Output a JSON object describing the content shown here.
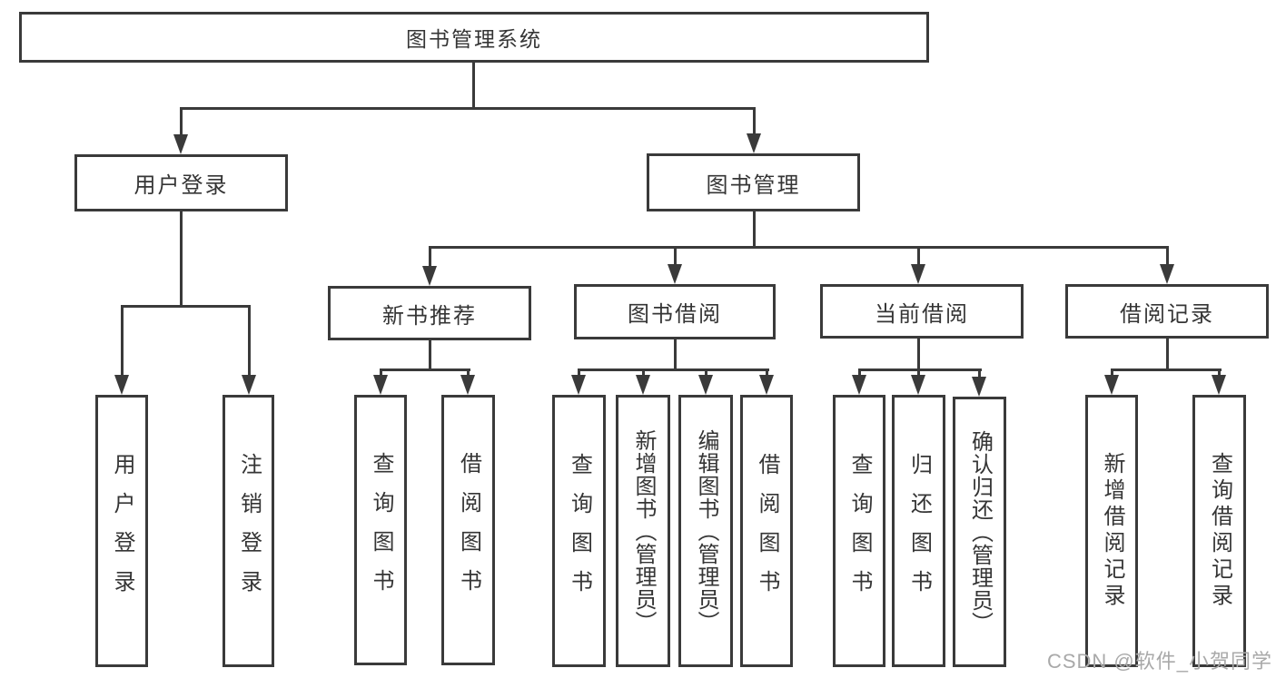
{
  "diagram": {
    "title": "图书管理系统",
    "branches": [
      {
        "label": "用户登录"
      },
      {
        "label": "图书管理"
      }
    ],
    "sections": [
      {
        "label": "新书推荐"
      },
      {
        "label": "图书借阅"
      },
      {
        "label": "当前借阅"
      },
      {
        "label": "借阅记录"
      }
    ],
    "leaves": [
      {
        "label": "用户登录"
      },
      {
        "label": "注销登录"
      },
      {
        "label": "查询图书"
      },
      {
        "label": "借阅图书"
      },
      {
        "label": "查询图书"
      },
      {
        "label": "新增图书（管理员）"
      },
      {
        "label": "编辑图书（管理员）"
      },
      {
        "label": "借阅图书"
      },
      {
        "label": "查询图书"
      },
      {
        "label": "归还图书"
      },
      {
        "label": "确认归还（管理员）"
      },
      {
        "label": "新增借阅记录"
      },
      {
        "label": "查询借阅记录"
      }
    ]
  },
  "watermark": {
    "text": "CSDN @软件_小贺同学"
  },
  "colors": {
    "line": "#3a3a3a",
    "text": "#353535",
    "watermark": "#a9a9a9",
    "background": "#ffffff"
  }
}
